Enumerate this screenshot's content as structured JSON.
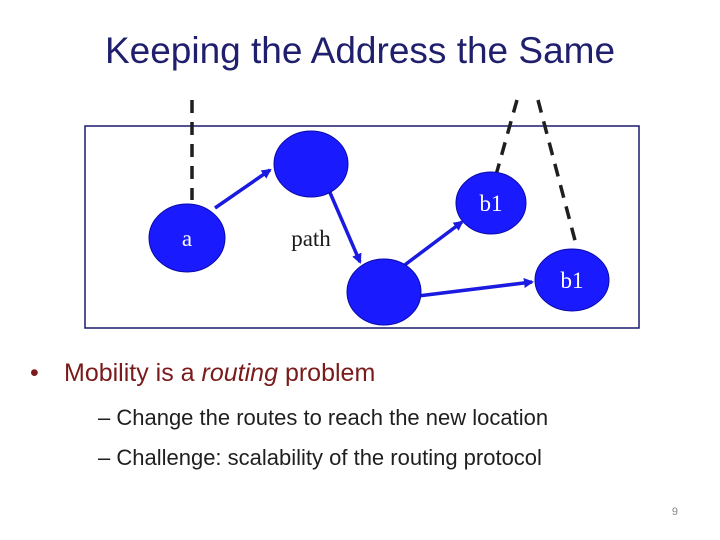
{
  "slide": {
    "title": "Keeping the Address the Same",
    "page_number": "9"
  },
  "diagram": {
    "labels": {
      "a": "a",
      "path": "path",
      "b1_top": "b1",
      "b1_right": "b1"
    },
    "colors": {
      "node_fill": "#1a1aff",
      "node_stroke": "#0a0aa8",
      "arrow": "#1a1ae0",
      "box_border": "#1a1a6e",
      "dashed_line": "#1f1f1f"
    }
  },
  "bullets": {
    "main": {
      "bullet": "•",
      "prefix": "Mobility is a ",
      "emphasis": "routing",
      "suffix": " problem"
    },
    "sub": [
      "– Change the routes to reach the new location",
      "– Challenge: scalability of the routing protocol"
    ]
  }
}
